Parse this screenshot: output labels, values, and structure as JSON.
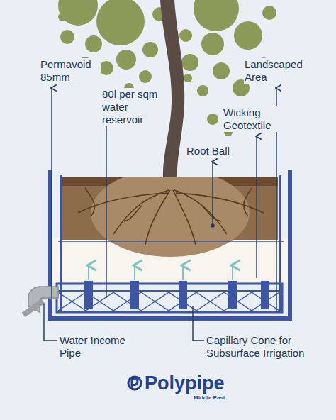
{
  "diagram": {
    "labels": [
      "Permavoid 85mm",
      "80l per sqm water reservoir",
      "Landscaped Area",
      "Wicking Geotextile",
      "Root Ball",
      "Water Income Pipe",
      "Capillary Cone for Subsurface Irrigation",
      "Polypipe",
      "Middle East"
    ]
  }
}
